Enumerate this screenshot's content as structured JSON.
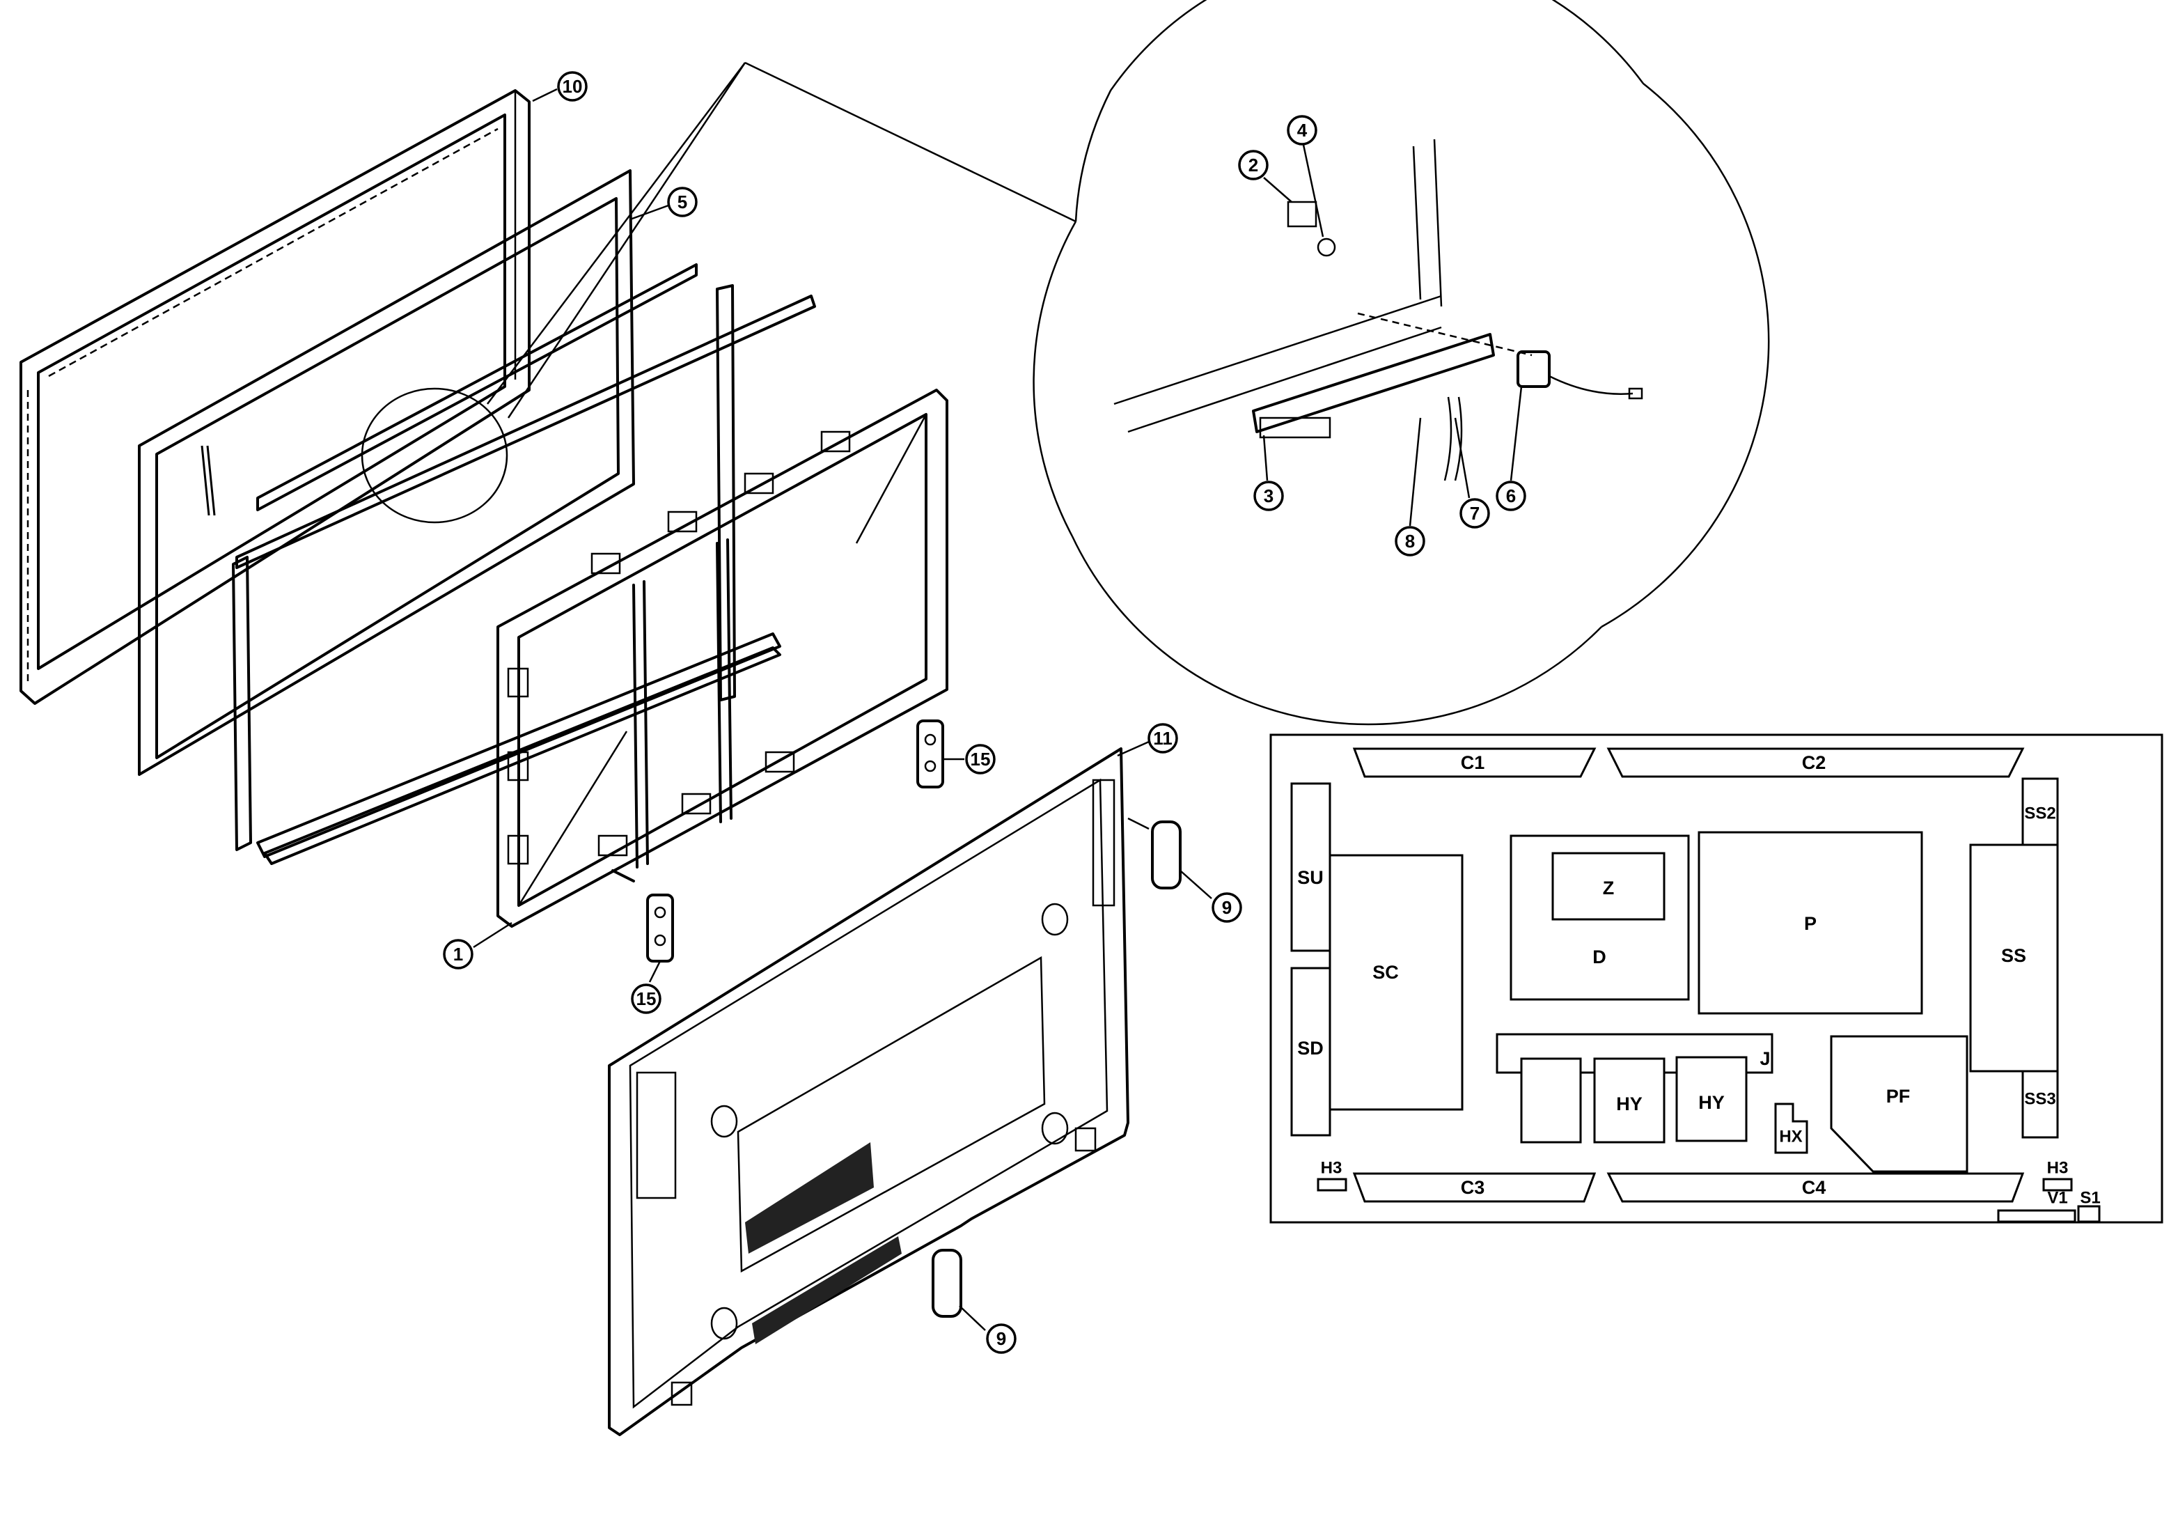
{
  "callouts": {
    "c10": "10",
    "c5": "5",
    "c1": "1",
    "c15a": "15",
    "c15b": "15",
    "c11": "11",
    "c9a": "9",
    "c9b": "9",
    "c2": "2",
    "c4": "4",
    "c3": "3",
    "c8": "8",
    "c7": "7",
    "c6": "6"
  },
  "board_layout": {
    "blocks": {
      "C1": "C1",
      "C2": "C2",
      "C3": "C3",
      "C4": "C4",
      "SU": "SU",
      "SD": "SD",
      "SC": "SC",
      "D": "D",
      "Z": "Z",
      "P": "P",
      "SS2": "SS2",
      "SS": "SS",
      "SS3": "SS3",
      "J": "J",
      "HYa": "HY",
      "HYb": "HY",
      "HX": "HX",
      "PF": "PF",
      "H3a": "H3",
      "H3b": "H3",
      "V1": "V1",
      "S1": "S1"
    }
  }
}
